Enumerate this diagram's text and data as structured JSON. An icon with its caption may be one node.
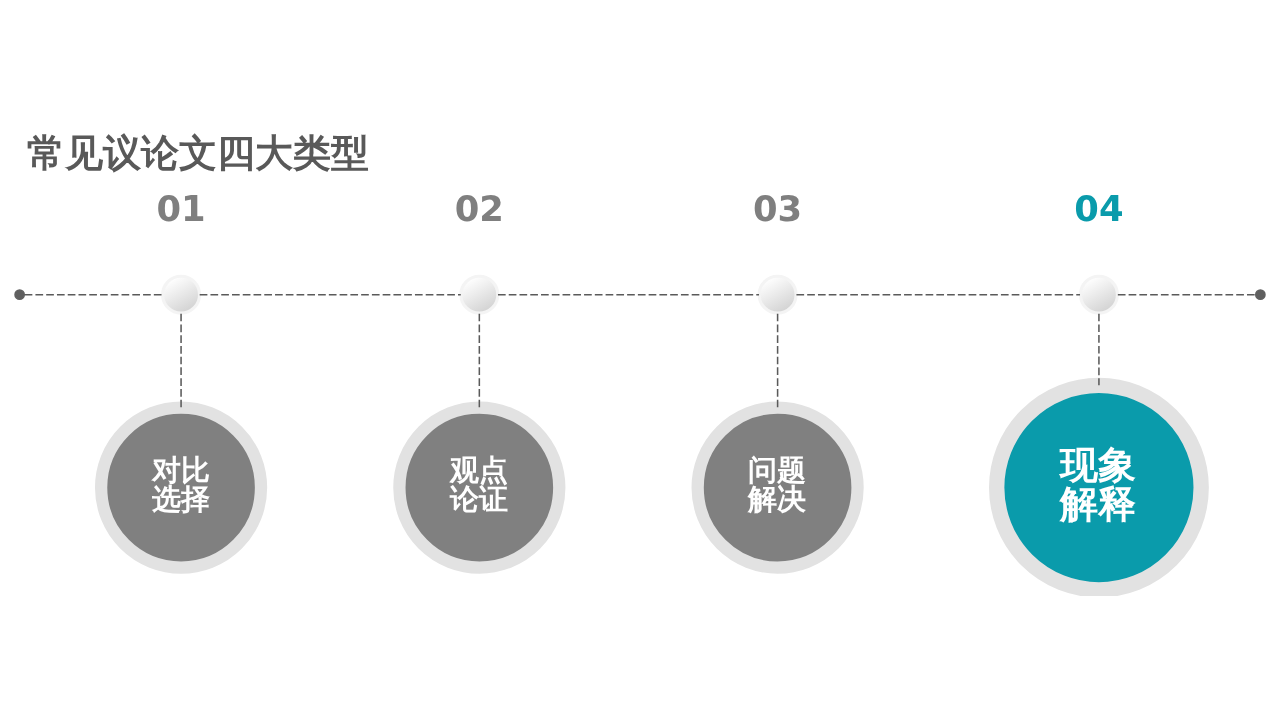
{
  "diagram": {
    "title": "常见议论文四大类型",
    "nodes": [
      {
        "text": [],
        "shape": "circle"
      },
      {
        "text": [],
        "shape": "circle",
        "beside": [
          "01"
        ]
      },
      {
        "text": [],
        "shape": "circle",
        "beside": [
          "02"
        ]
      },
      {
        "text": [],
        "shape": "circle",
        "beside": [
          "03"
        ]
      },
      {
        "text": [],
        "shape": "circle",
        "beside": [
          "04"
        ]
      },
      {
        "text": [],
        "shape": "circle"
      },
      {
        "text": [
          "对比选择"
        ]
      },
      {
        "text": [
          "观点论证"
        ]
      },
      {
        "text": [
          "问题解决"
        ]
      },
      {
        "text": [
          "现象解释"
        ]
      }
    ],
    "edges": [
      {
        "from": 0,
        "to": 1,
        "arrow": "none",
        "style": "dashed"
      },
      {
        "from": 1,
        "to": 2,
        "arrow": "none",
        "style": "dashed"
      },
      {
        "from": 2,
        "to": 3,
        "arrow": "none",
        "style": "dashed"
      },
      {
        "from": 3,
        "to": 4,
        "arrow": "none",
        "style": "dashed"
      },
      {
        "from": 4,
        "to": 5,
        "arrow": "none",
        "style": "dashed"
      },
      {
        "from": 1,
        "to": 6,
        "arrow": "none",
        "style": "dashed"
      },
      {
        "from": 2,
        "to": 7,
        "arrow": "none",
        "style": "dashed"
      },
      {
        "from": 3,
        "to": 8,
        "arrow": "none",
        "style": "dashed"
      },
      {
        "from": 4,
        "to": 9,
        "arrow": "none",
        "style": "dashed"
      }
    ]
  }
}
